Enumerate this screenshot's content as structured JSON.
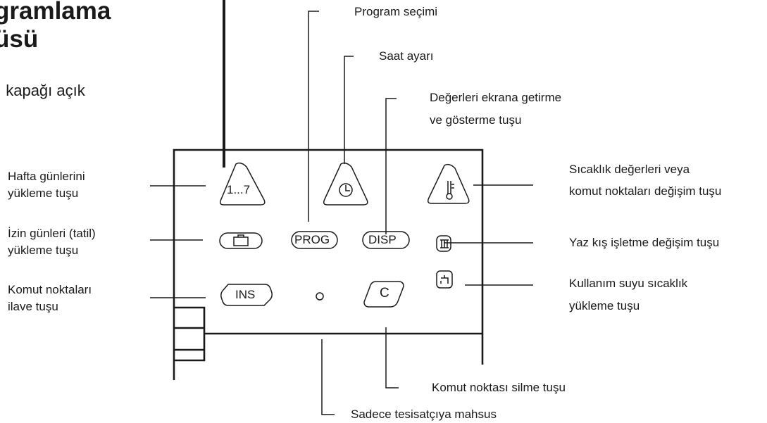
{
  "header": {
    "title_line1": "gramlama",
    "title_line2": "üsü",
    "subtitle": "ı kapağı açık"
  },
  "top_callouts": {
    "program_selection": "Program seçimi",
    "clock_setting": "Saat ayarı",
    "display_line1": "Değerleri ekrana getirme",
    "display_line2": "ve gösterme tuşu"
  },
  "left_callouts": {
    "weekdays_line1": "Hafta günlerini",
    "weekdays_line2": "yükleme tuşu",
    "holidays_line1": "İzin günleri (tatil)",
    "holidays_line2": "yükleme tuşu",
    "insert_line1": "Komut noktaları",
    "insert_line2": "ilave tuşu"
  },
  "right_callouts": {
    "temperature_line1": "Sıcaklık değerleri veya",
    "temperature_line2": "komut noktaları değişim tuşu",
    "summer_winter": "Yaz kış işletme değişim tuşu",
    "hot_water_line1": "Kullanım suyu sıcaklık",
    "hot_water_line2": "yükleme tuşu"
  },
  "bottom_callouts": {
    "delete_point": "Komut noktası silme tuşu",
    "installer_only": "Sadece tesisatçıya mahsus"
  },
  "panel_buttons": {
    "days": "1...7",
    "prog": "PROG",
    "disp": "DISP",
    "ins": "INS",
    "clear": "C"
  },
  "icons": {
    "holiday": "suitcase-icon",
    "clock": "clock-icon",
    "thermometer": "thermometer-icon",
    "summer_winter": "sun-snow-icon",
    "hot_water": "faucet-icon",
    "service_point": "service-dot-icon"
  },
  "colors": {
    "ink": "#1a1a1a",
    "background": "#ffffff"
  }
}
